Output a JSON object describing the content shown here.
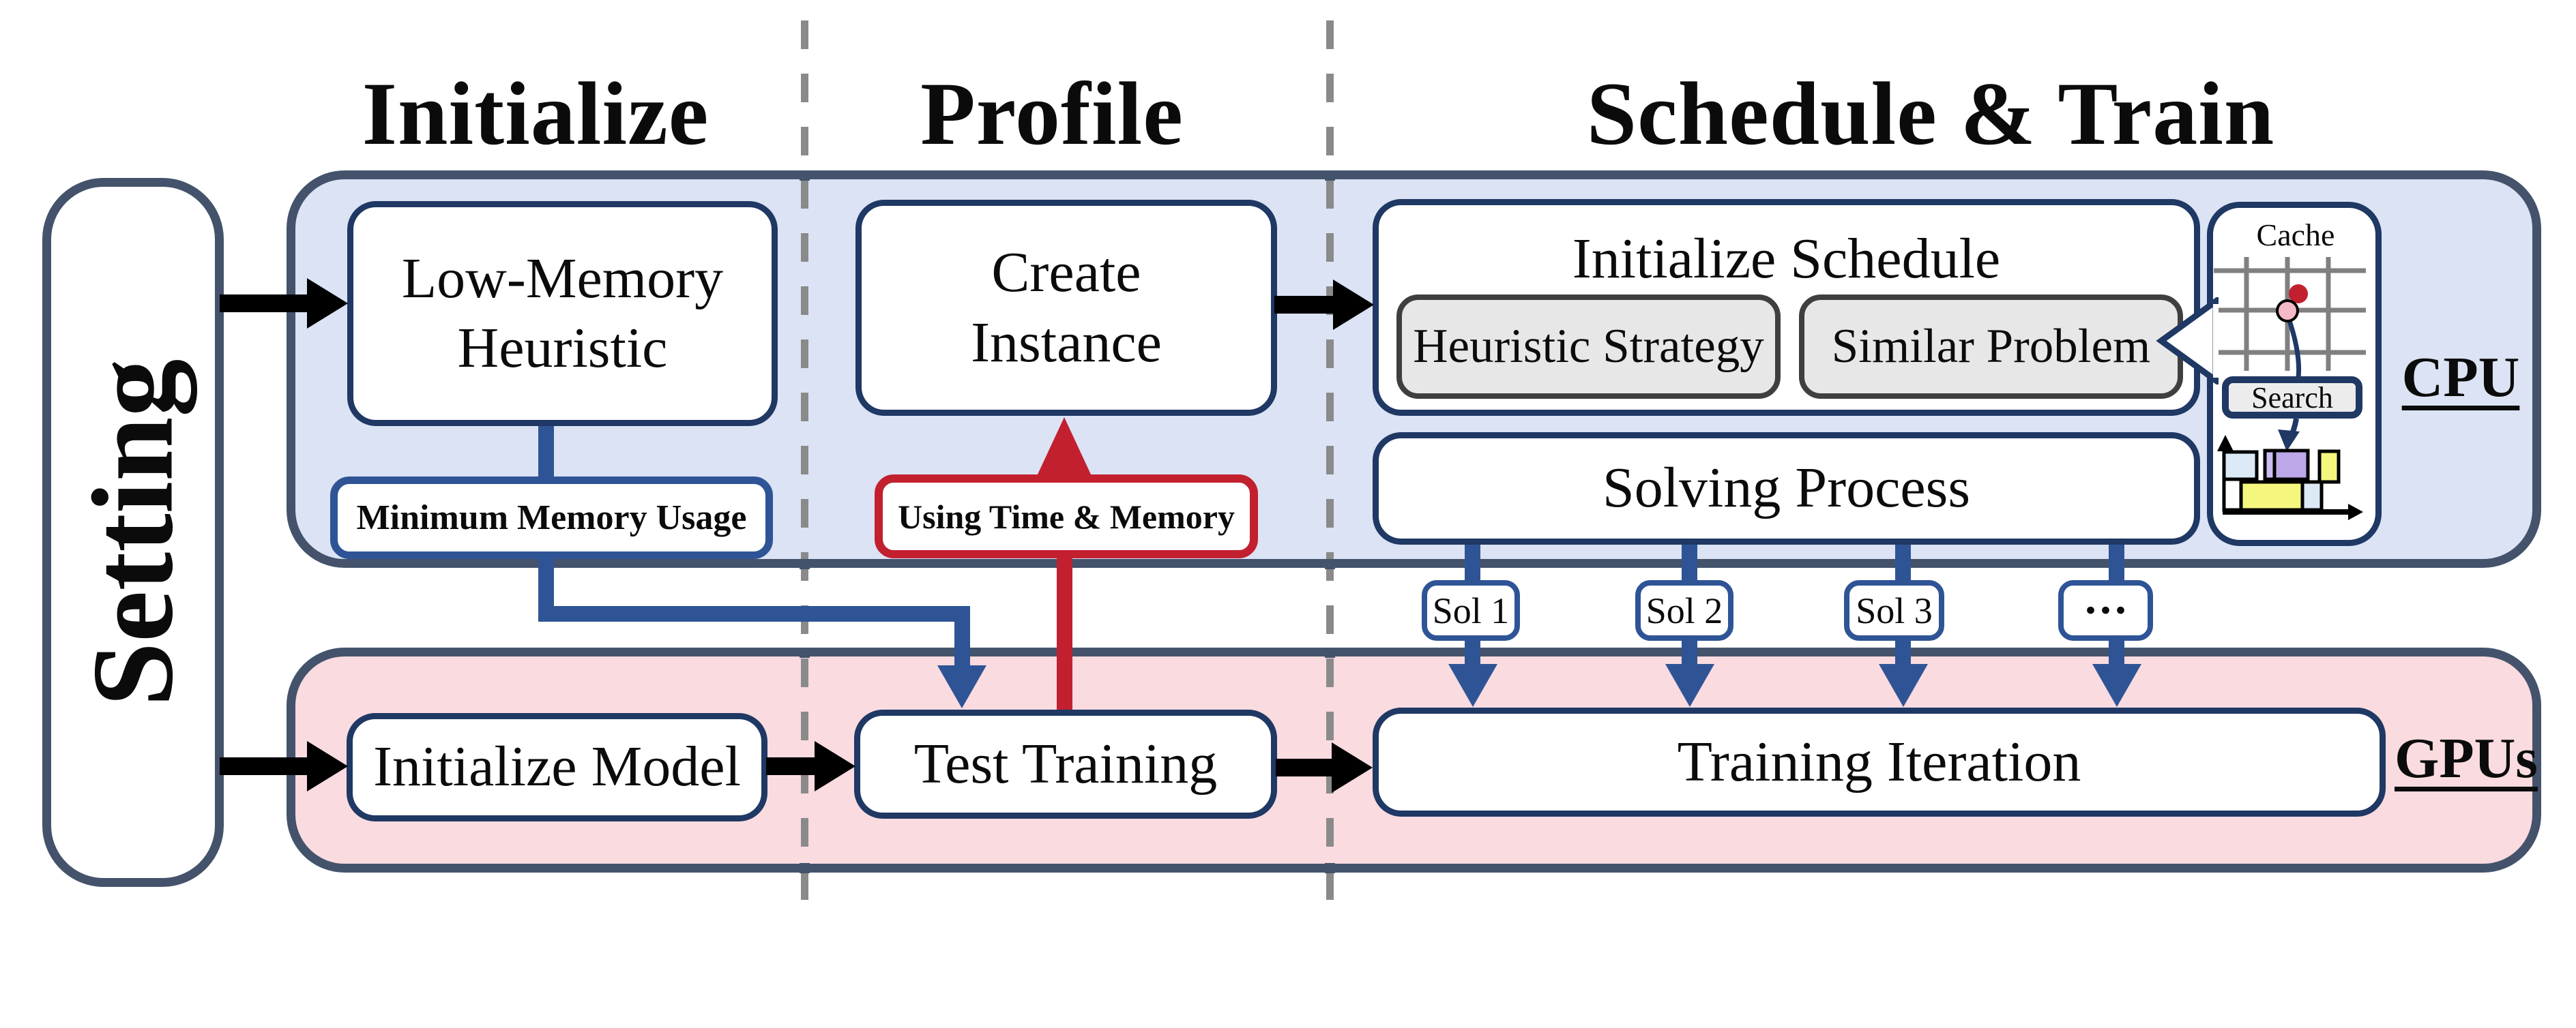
{
  "columns": {
    "initialize": "Initialize",
    "profile": "Profile",
    "schedule_train": "Schedule & Train"
  },
  "setting": {
    "label": "Setting"
  },
  "cpu": {
    "label": "CPU",
    "low_memory_heuristic": {
      "line1": "Low-Memory",
      "line2": "Heuristic"
    },
    "minimum_memory_badge": "Minimum Memory Usage",
    "create_instance": {
      "line1": "Create",
      "line2": "Instance"
    },
    "using_time_badge": "Using Time & Memory",
    "initialize_schedule": {
      "title": "Initialize Schedule",
      "heuristic_strategy": "Heuristic Strategy",
      "similar_problem": "Similar Problem"
    },
    "solving_process": "Solving Process",
    "cache": {
      "title": "Cache",
      "search": "Search"
    }
  },
  "solutions": {
    "sol1": "Sol 1",
    "sol2": "Sol 2",
    "sol3": "Sol 3",
    "more": "···"
  },
  "gpu": {
    "label": "GPUs",
    "initialize_model": "Initialize Model",
    "test_training": "Test Training",
    "training_iteration": "Training Iteration"
  },
  "colors": {
    "accent_blue": "#2F5496",
    "accent_red": "#C2202F",
    "region_border": "#44536B",
    "node_border": "#1F3864",
    "cpu_fill": "#DBE3F4",
    "gpu_fill": "#F9DBE0",
    "chip_fill": "#E8E7E7",
    "chip_border": "#3F3F3F",
    "dash_gray": "#8A8A8A",
    "gantt_blue": "#DCE9F7",
    "gantt_purple": "#BDA8EA",
    "gantt_purple_light": "#CDBCF2",
    "gantt_yellow": "#F5F67D"
  }
}
